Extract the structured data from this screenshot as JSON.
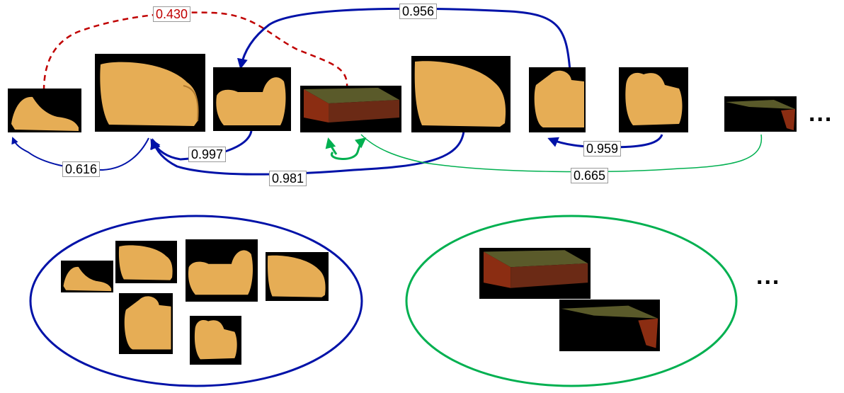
{
  "colors": {
    "cluster_a": "#0012a8",
    "cluster_b": "#00b050",
    "rejected": "#c00000",
    "furniture_fill": "#e6ad55",
    "table_top": "#5a5a2a",
    "table_side": "#8b2d12"
  },
  "edges": [
    {
      "id": "e0430",
      "label": "0.430",
      "color": "rejected",
      "style": "dashed"
    },
    {
      "id": "e0956",
      "label": "0.956",
      "color": "cluster_a",
      "style": "solid"
    },
    {
      "id": "e0616",
      "label": "0.616",
      "color": "cluster_a",
      "style": "solid"
    },
    {
      "id": "e0997",
      "label": "0.997",
      "color": "cluster_a",
      "style": "solid"
    },
    {
      "id": "e0981",
      "label": "0.981",
      "color": "cluster_a",
      "style": "solid"
    },
    {
      "id": "e0959",
      "label": "0.959",
      "color": "cluster_a",
      "style": "solid"
    },
    {
      "id": "e0665",
      "label": "0.665",
      "color": "cluster_b",
      "style": "solid"
    }
  ],
  "ellipsis": {
    "top": "...",
    "bottom": "..."
  },
  "items": [
    "sofa-piece",
    "sofa",
    "armchair",
    "table",
    "sofa",
    "armchair",
    "armchair",
    "table"
  ]
}
